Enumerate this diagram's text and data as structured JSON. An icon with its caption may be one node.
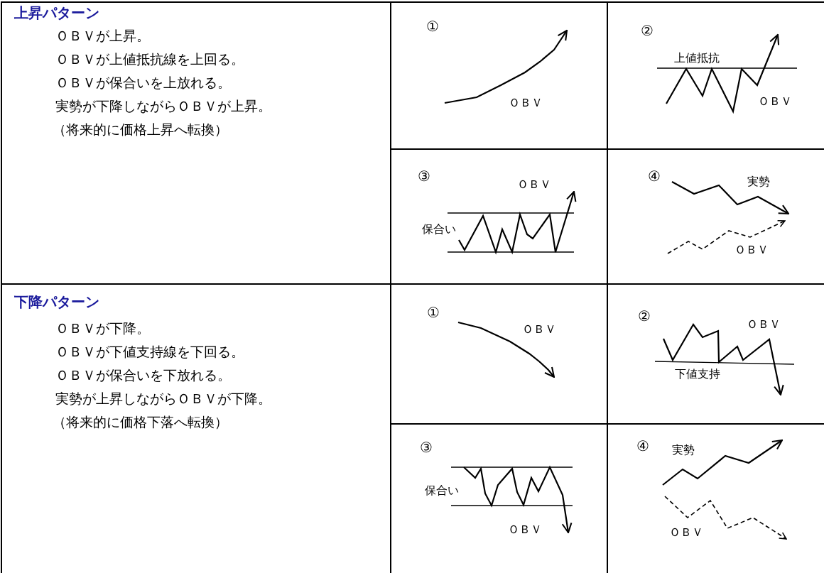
{
  "diagram": {
    "labels": [
      "上昇パターン",
      "ＯＢＶが上昇。",
      "ＯＢＶが上値抵抗線を上回る。",
      "ＯＢＶが保合いを上放れる。",
      "実勢が下降しながらＯＢＶが上昇。",
      "（将来的に価格上昇へ転換）",
      "①",
      "ＯＢＶ",
      "②",
      "上値抵抗",
      "ＯＢＶ",
      "③",
      "ＯＢＶ",
      "保合い",
      "④",
      "実勢",
      "ＯＢＶ",
      "下降パターン",
      "ＯＢＶが下降。",
      "ＯＢＶが下値支持線を下回る。",
      "ＯＢＶが保合いを下放れる。",
      "実勢が上昇しながらＯＢＶが下降。",
      "（将来的に価格下落へ転換）",
      "①",
      "ＯＢＶ",
      "②",
      "ＯＢＶ",
      "下値支持",
      "③",
      "保合い",
      "ＯＢＶ",
      "④",
      "実勢",
      "ＯＢＶ"
    ]
  }
}
